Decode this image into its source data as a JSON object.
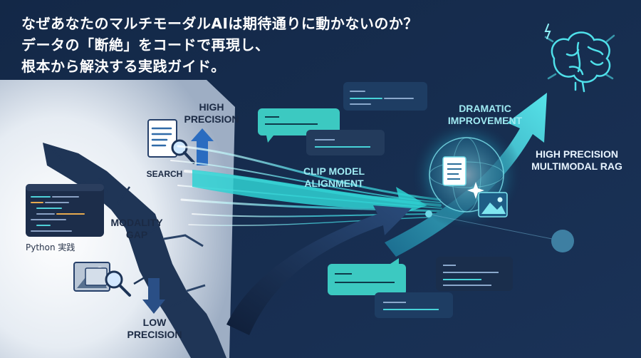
{
  "headline": {
    "line1": "なぜあなたのマルチモーダルAIは期待通りに動かないのか？",
    "line2": "データの「断絶」をコードで再現し、",
    "line3": "根本から解決する実践ガイド。"
  },
  "labels": {
    "high_precision": [
      "HIGH",
      "PRECISION"
    ],
    "search": "SEARCH",
    "modality_gap": [
      "MODALITY",
      "GAP"
    ],
    "python": "Python 実践",
    "low_precision": [
      "LOW",
      "PRECISION"
    ],
    "clip_alignment": [
      "CLIP MODEL",
      "ALIGNMENT"
    ],
    "dramatic_improvement": [
      "DRAMATIC",
      "IMPROVEMENT"
    ],
    "rag": [
      "HIGH PRECISION",
      "MULTIMODAL RAG"
    ]
  },
  "colors": {
    "navy": "#16294a",
    "cyan": "#3fd6e0",
    "teal": "#2fb3a8",
    "white_panel": "#eef2f7",
    "crack": "#1f3556"
  },
  "icons": [
    "document-search-icon",
    "up-arrow-icon",
    "image-search-icon",
    "down-arrow-icon",
    "code-window-icon",
    "brain-icon",
    "globe-icon",
    "document-icon",
    "image-icon",
    "chat-bubble-icon"
  ]
}
